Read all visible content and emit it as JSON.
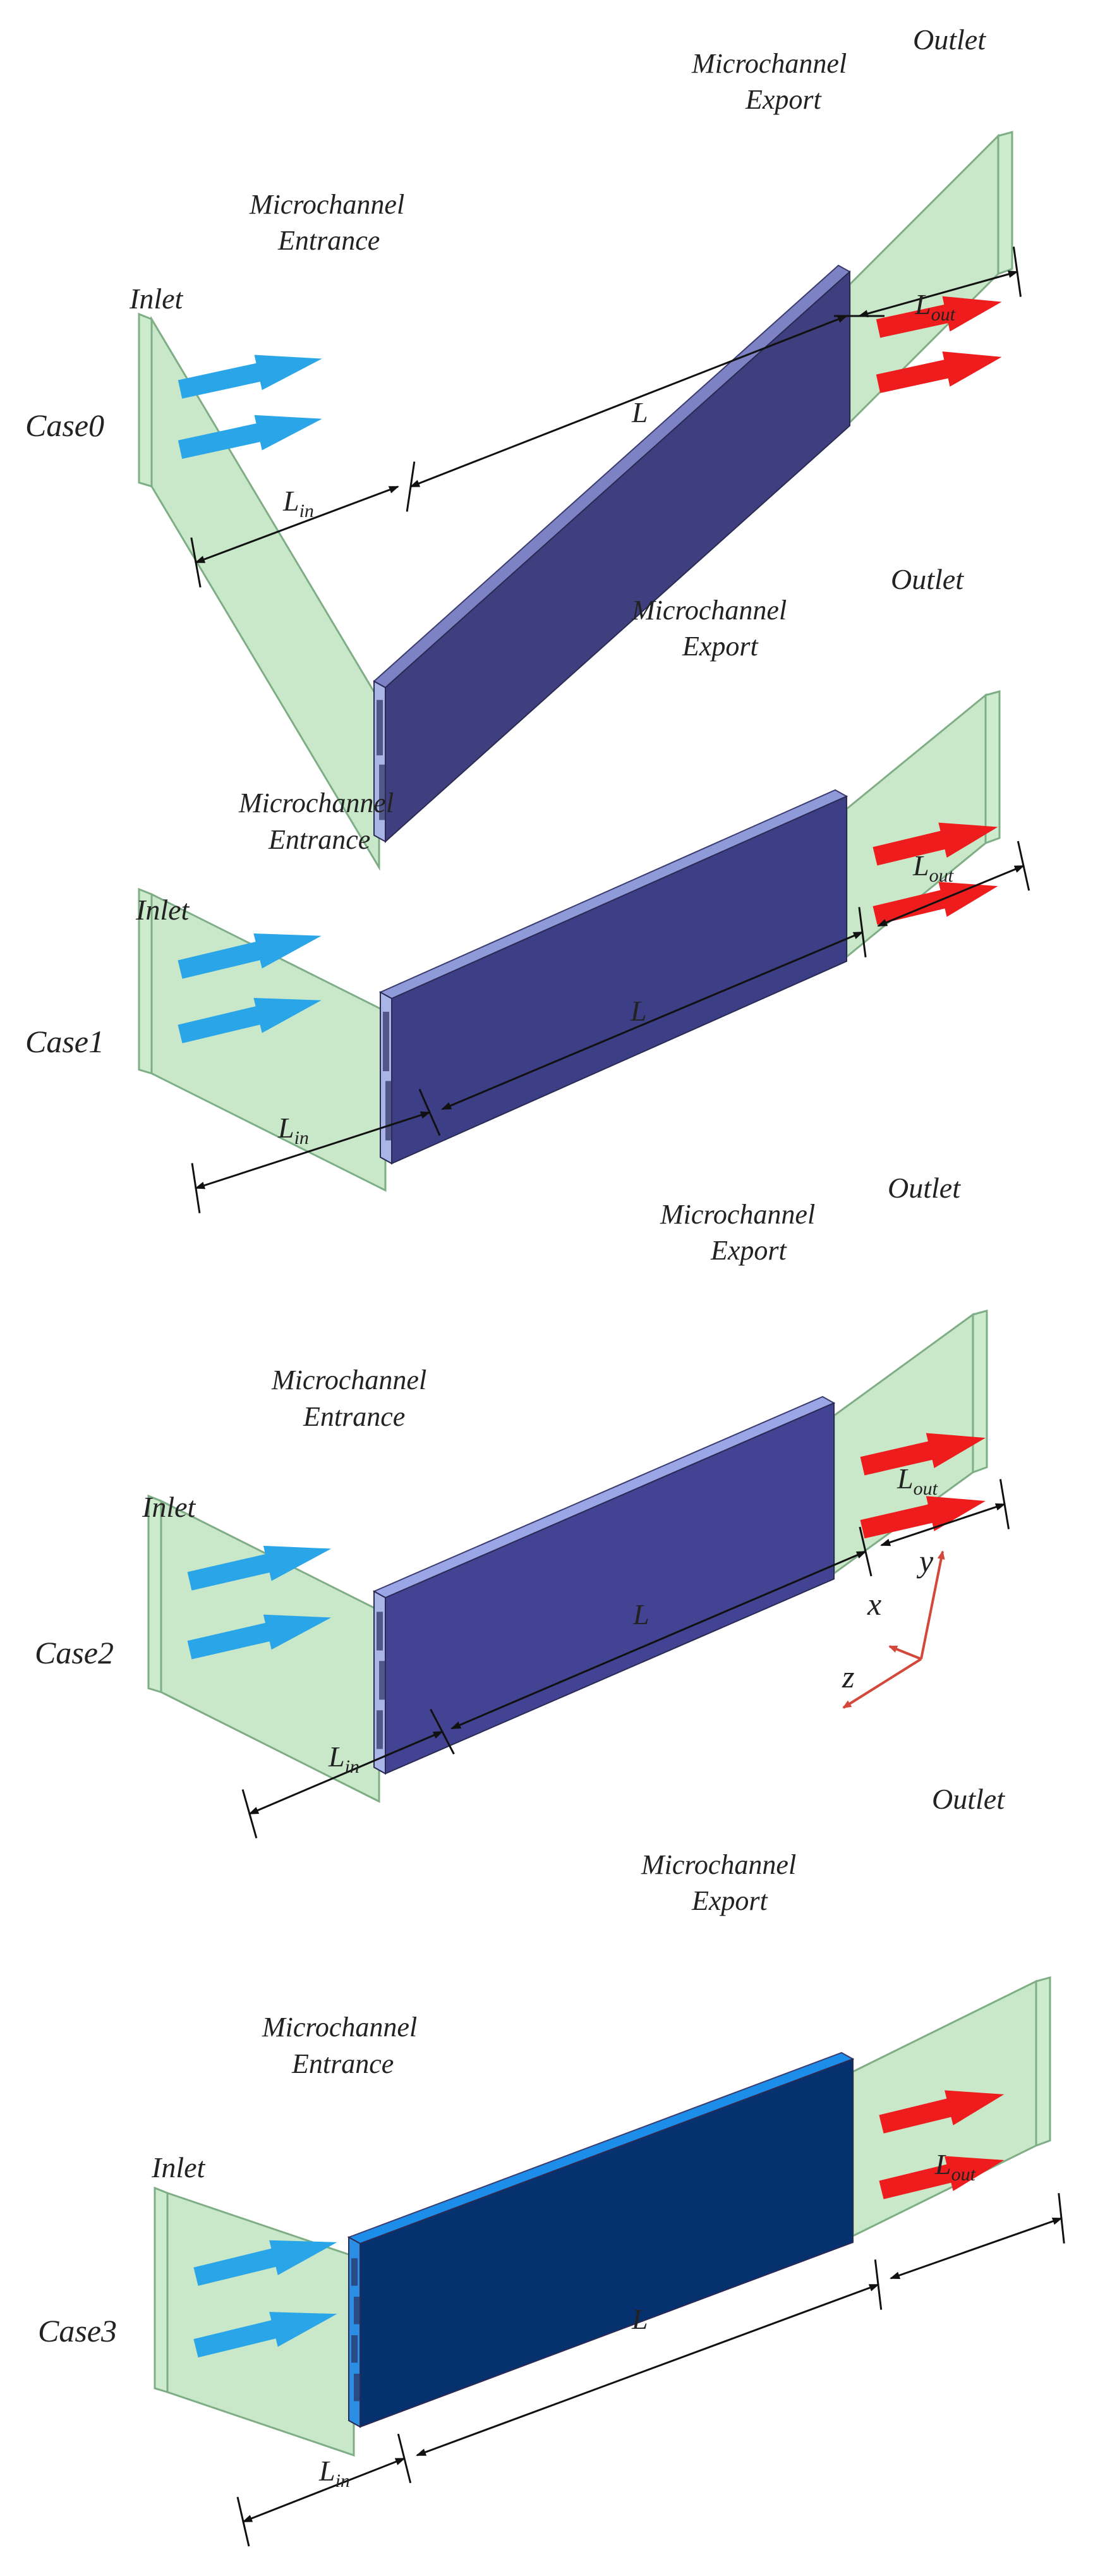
{
  "cases": [
    {
      "case_label": "Case0",
      "inlet": "Inlet",
      "outlet": "Outlet",
      "entrance": [
        "Microchannel",
        "Entrance"
      ],
      "export": [
        "Microchannel",
        "Export"
      ],
      "dim_in": "L",
      "dim_in_sub": "in",
      "dim_l": "L",
      "dim_out": "L",
      "dim_out_sub": "out",
      "channels": 2,
      "colors": {
        "front": "#3f3f7f",
        "top": "#7c82c4",
        "end": "#a9b5e6"
      }
    },
    {
      "case_label": "Case1",
      "inlet": "Inlet",
      "outlet": "Outlet",
      "entrance": [
        "Microchannel",
        "Entrance"
      ],
      "export": [
        "Microchannel",
        "Export"
      ],
      "dim_in": "L",
      "dim_in_sub": "in",
      "dim_l": "L",
      "dim_out": "L",
      "dim_out_sub": "out",
      "channels": 2,
      "colors": {
        "front": "#3c3f85",
        "top": "#8f9ad8",
        "end": "#a9b5e6"
      }
    },
    {
      "case_label": "Case2",
      "inlet": "Inlet",
      "outlet": "Outlet",
      "entrance": [
        "Microchannel",
        "Entrance"
      ],
      "export": [
        "Microchannel",
        "Export"
      ],
      "dim_in": "L",
      "dim_in_sub": "in",
      "dim_l": "L",
      "dim_out": "L",
      "dim_out_sub": "out",
      "channels": 3,
      "colors": {
        "front": "#424393",
        "top": "#9aa6e6",
        "end": "#a9b5e6"
      }
    },
    {
      "case_label": "Case3",
      "inlet": "Inlet",
      "outlet": "Outlet",
      "entrance": [
        "Microchannel",
        "Entrance"
      ],
      "export": [
        "Microchannel",
        "Export"
      ],
      "dim_in": "L",
      "dim_in_sub": "in",
      "dim_l": "L",
      "dim_out": "L",
      "dim_out_sub": "out",
      "channels": 4,
      "colors": {
        "front": "#05326e",
        "top": "#1c8de8",
        "end": "#2a8fe4"
      }
    }
  ],
  "axes": {
    "x": "x",
    "y": "y",
    "z": "z",
    "color": "#d4483c"
  },
  "colors": {
    "domain_fill": "#b7dfb7",
    "domain_stroke": "#7fae86",
    "inlet_arrow": "#2aa6e8",
    "outlet_arrow": "#ee1c1c",
    "dim_line": "#111111"
  }
}
